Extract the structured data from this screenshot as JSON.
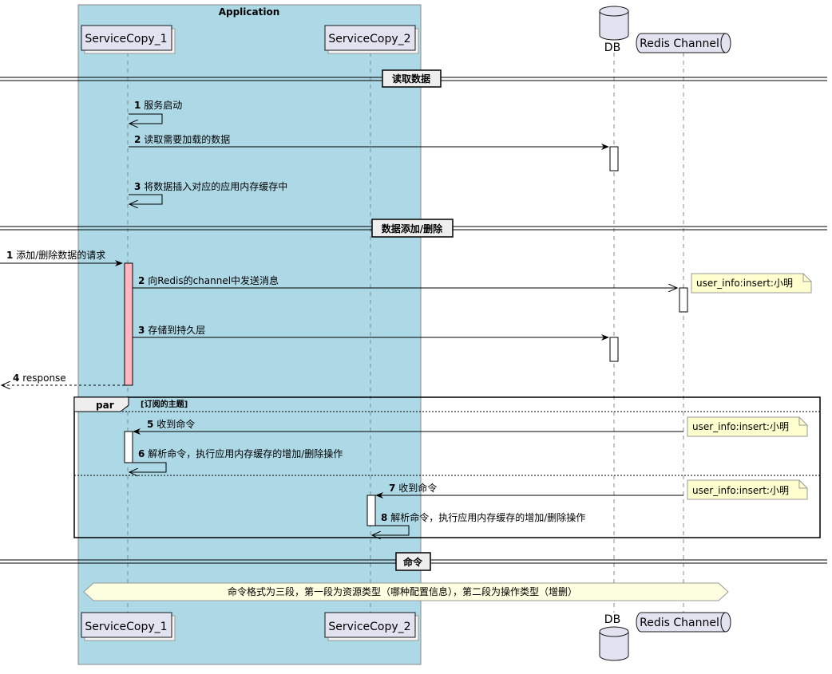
{
  "box": {
    "title": "Application"
  },
  "participants": {
    "service1": "ServiceCopy_1",
    "service2": "ServiceCopy_2",
    "db": "DB",
    "redis": "Redis Channel"
  },
  "sections": {
    "read": "读取数据",
    "modify": "数据添加/删除",
    "command": "命令"
  },
  "messages": [
    {
      "num": "1",
      "text": "服务启动"
    },
    {
      "num": "2",
      "text": "读取需要加载的数据"
    },
    {
      "num": "3",
      "text": "将数据插入对应的应用内存缓存中"
    },
    {
      "num": "1",
      "text": "添加/删除数据的请求"
    },
    {
      "num": "2",
      "text": "向Redis的channel中发送消息"
    },
    {
      "num": "3",
      "text": "存储到持久层"
    },
    {
      "num": "4",
      "text": "response"
    },
    {
      "num": "5",
      "text": "收到命令"
    },
    {
      "num": "6",
      "text": "解析命令，执行应用内存缓存的增加/删除操作"
    },
    {
      "num": "7",
      "text": "收到命令"
    },
    {
      "num": "8",
      "text": "解析命令，执行应用内存缓存的增加/删除操作"
    }
  ],
  "par": {
    "keyword": "par",
    "condition": "[订阅的主题]"
  },
  "notes": {
    "send": "user_info:insert:小明",
    "recv1": "user_info:insert:小明",
    "recv2": "user_info:insert:小明"
  },
  "hnote": "命令格式为三段，第一段为资源类型（哪种配置信息），第二段为操作类型（增删）",
  "colors": {
    "box_bg": "#ADD8E6",
    "participant_bg": "#E2E2F0",
    "activation_pink": "#FFB6C1",
    "note_bg": "#FEFECE",
    "hnote_bg": "#FEFEE0"
  }
}
